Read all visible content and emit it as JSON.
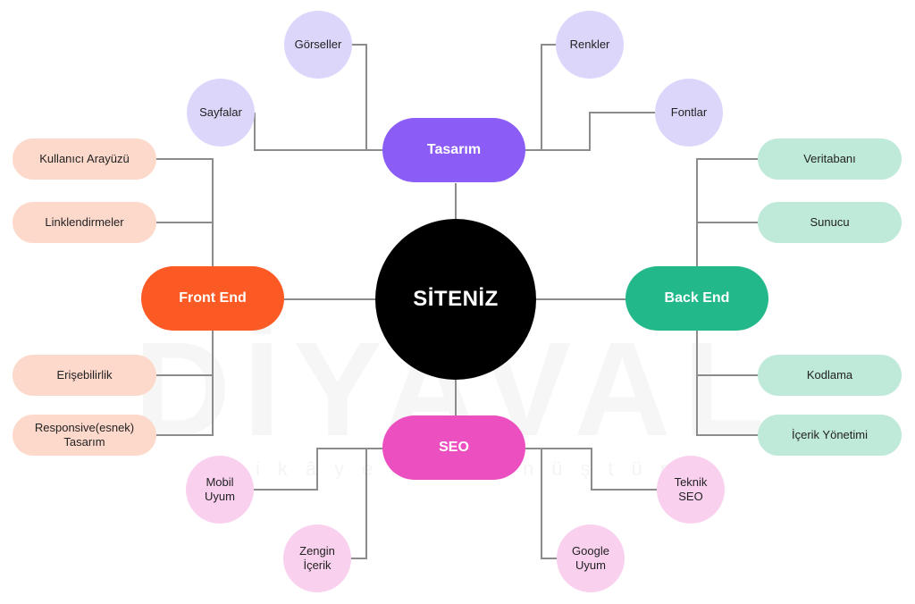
{
  "colors": {
    "line": "#8c8c8c",
    "center": "#000000",
    "design": "#8b5cf6",
    "design_child": "#ddd6fb",
    "front": "#fc5a25",
    "front_child": "#fdd9cb",
    "back": "#22b88a",
    "back_child": "#bfe9d9",
    "seo": "#ec4fbf",
    "seo_child": "#f9d1ef"
  },
  "watermark": {
    "text": "DİYAVAL",
    "subtext": "hikâyeni dönüştür"
  },
  "center": {
    "label": "SİTENİZ"
  },
  "branches": {
    "design": {
      "label": "Tasarım",
      "children": [
        "Görseller",
        "Sayfalar",
        "Renkler",
        "Fontlar"
      ]
    },
    "front": {
      "label": "Front End",
      "children": [
        "Kullanıcı Arayüzü",
        "Linklendirmeler",
        "Erişebilirlik",
        "Responsive(esnek)\nTasarım"
      ]
    },
    "back": {
      "label": "Back End",
      "children": [
        "Veritabanı",
        "Sunucu",
        "Kodlama",
        "İçerik Yönetimi"
      ]
    },
    "seo": {
      "label": "SEO",
      "children": [
        "Mobil\nUyum",
        "Zengin\nİçerik",
        "Teknik\nSEO",
        "Google\nUyum"
      ]
    }
  }
}
